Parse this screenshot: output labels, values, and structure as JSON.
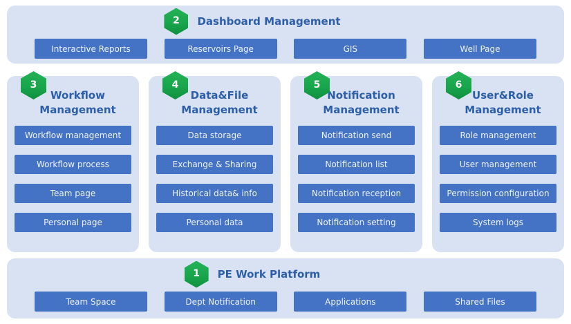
{
  "palette": {
    "page_bg": "#FFFFFF",
    "panel_bg": "#D9E2F2",
    "button_bg": "#4472C4",
    "button_text": "#EEF3FC",
    "title_text": "#2D5FA9",
    "hexagon_green": "#18A54B",
    "hexagon_number_text": "#FFFFFF"
  },
  "sections": {
    "dashboard": {
      "number": "2",
      "title": "Dashboard Management",
      "buttons": [
        "Interactive Reports",
        "Reservoirs Page",
        "GIS",
        "Well Page"
      ]
    },
    "columns": [
      {
        "number": "3",
        "title_line1": "Workflow",
        "title_line2": "Management",
        "buttons": [
          "Workflow management",
          "Workflow process",
          "Team page",
          "Personal page"
        ]
      },
      {
        "number": "4",
        "title_line1": "Data&File",
        "title_line2": "Management",
        "buttons": [
          "Data storage",
          "Exchange & Sharing",
          "Historical data& info",
          "Personal data"
        ]
      },
      {
        "number": "5",
        "title_line1": "Notification",
        "title_line2": "Management",
        "buttons": [
          "Notification send",
          "Notification list",
          "Notification reception",
          "Notification setting"
        ]
      },
      {
        "number": "6",
        "title_line1": "User&Role",
        "title_line2": "Management",
        "buttons": [
          "Role management",
          "User management",
          "Permission configuration",
          "System logs"
        ]
      }
    ],
    "platform": {
      "number": "1",
      "title": "PE Work Platform",
      "buttons": [
        "Team Space",
        "Dept Notification",
        "Applications",
        "Shared Files"
      ]
    }
  }
}
